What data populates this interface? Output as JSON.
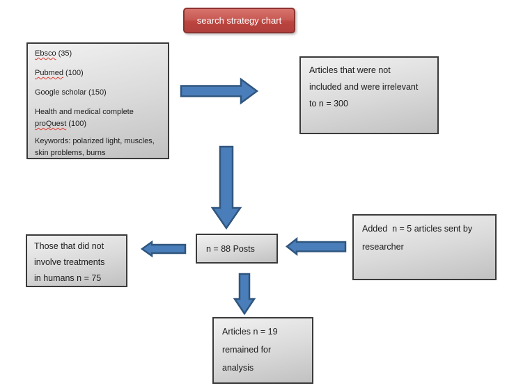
{
  "title": {
    "label": "search strategy chart"
  },
  "colors": {
    "title_fill_top": "#d6736c",
    "title_fill_bottom": "#b03f3b",
    "title_border": "#8c3331",
    "title_text": "#ffffff",
    "arrow_fill": "#4a7eba",
    "arrow_stroke": "#30567f",
    "box_border": "#3a3a3a",
    "box_fill_top": "#f1f1f1",
    "box_fill_bottom": "#c1c1c1",
    "text": "#1c1c1c",
    "squiggle": "#e03a2f"
  },
  "boxes": {
    "sources": {
      "lines": [
        {
          "misspelled": "Ebsco",
          "rest": " (35)"
        },
        {
          "misspelled": "Pubmed",
          "rest": " (100)"
        },
        {
          "text": "Google scholar (150)"
        },
        {
          "text": "Health and medical complete"
        },
        {
          "misspelled": "proQuest",
          "rest": " (100)"
        },
        {
          "text": "Keywords: polarized light, muscles,"
        },
        {
          "text": "skin problems, burns"
        }
      ]
    },
    "excluded": {
      "lines": [
        "Articles that were not",
        "included and were irrelevant",
        "to n = 300"
      ]
    },
    "posts": {
      "text": "n = 88 Posts"
    },
    "humans": {
      "lines": [
        "Those that did not",
        "involve treatments",
        "in humans n = 75"
      ]
    },
    "added": {
      "lines": [
        "Added  n = 5 articles sent by",
        "researcher"
      ]
    },
    "remained": {
      "lines": [
        "Articles n = 19",
        "remained for",
        "analysis"
      ]
    }
  },
  "arrows": [
    {
      "name": "sources-to-excluded-arrow",
      "direction": "right"
    },
    {
      "name": "sources-to-posts-arrow",
      "direction": "down"
    },
    {
      "name": "posts-to-humans-arrow",
      "direction": "left"
    },
    {
      "name": "added-to-posts-arrow",
      "direction": "left"
    },
    {
      "name": "posts-to-remained-arrow",
      "direction": "down"
    }
  ]
}
